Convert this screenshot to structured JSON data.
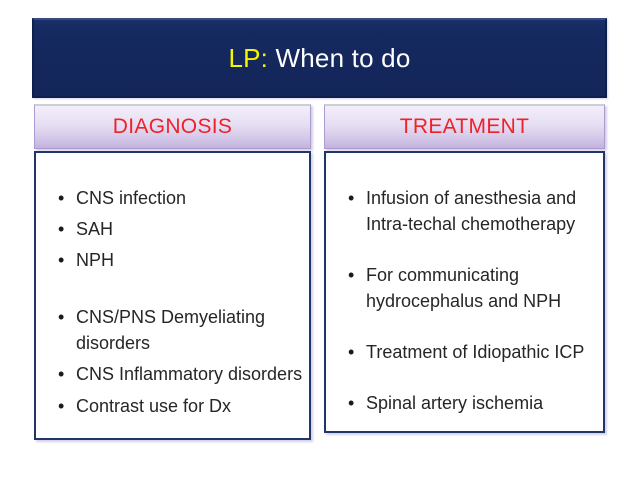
{
  "slide": {
    "title": {
      "prefix": "LP:",
      "rest": " When to do"
    },
    "columns": {
      "diagnosis": {
        "header": "DIAGNOSIS",
        "items": [
          {
            "text": "CNS infection"
          },
          {
            "text": "SAH"
          },
          {
            "text": "NPH"
          },
          {
            "text": "CNS/PNS Demyeliating disorders"
          },
          {
            "text": "CNS Inflammatory disorders"
          },
          {
            "text": "Contrast use for Dx"
          }
        ]
      },
      "treatment": {
        "header": "TREATMENT",
        "items": [
          {
            "text": "Infusion of anesthesia and Intra-techal chemotherapy"
          },
          {
            "text": "For communicating hydrocephalus and NPH"
          },
          {
            "text": "Treatment of  Idiopathic ICP"
          },
          {
            "text": "Spinal artery ischemia"
          }
        ]
      }
    },
    "colors": {
      "title_bar_background": "#152a60",
      "title_prefix": "#f4f400",
      "title_text": "#ffffff",
      "header_text": "#ee2227",
      "header_background_top": "#f3eff9",
      "header_background_bottom": "#c3b3de",
      "box_border": "#1e3766",
      "body_text": "#262626",
      "slide_background": "#ffffff"
    }
  }
}
